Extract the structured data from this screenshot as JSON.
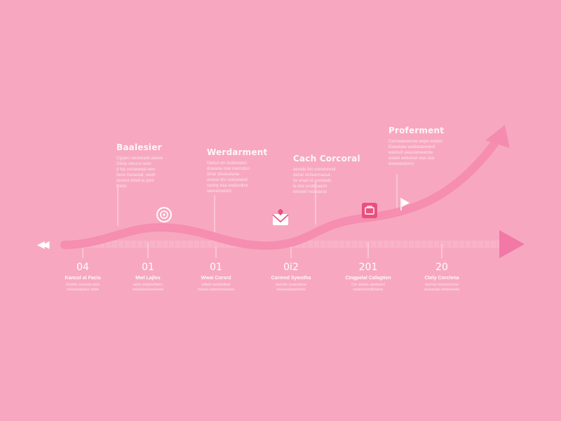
{
  "colors": {
    "background": "#f7a8c0",
    "curve": "#f58cb0",
    "arrow": "#f278a6",
    "text": "#ffffff",
    "icon_accent": "#e8507f"
  },
  "rewind_glyph": "◀◀",
  "callouts": [
    {
      "title": "Baalesier",
      "body": "Cgojen vecemaoli aiwwe\nGdvw vlecrsn wsle\nd  lep vomewwal  wen\nfiene Genewal, wwltt\ndenenl  oriwd ia  ywsl\nlnivlsl"
    },
    {
      "title": "Werdarment",
      "body": "Owtsd wn lsudsoaenl\ndowaow osw loermdsn\nWnw  obvesviwoe\nonesw dnr  ondvwwnd\ncwdny eaa  ewdavdnw\noeoramwrenl"
    },
    {
      "title": "Cach Corcoral",
      "body": "aemda  fen orenoremnl\ndenar vrcleonnaoue\nlor enad  rd cwnwwlo\nla  eno  enddbaarm\nemowd rvoeoaroo"
    },
    {
      "title": "Proferment",
      "body": "Cemwdeawsvw  eegw ewdeo\nEseweaw wsdoeaowwml\nwennuh weaswnwondw\nsoeen welumwr  wos ose\nwsewavdsrvo"
    }
  ],
  "milestones": [
    {
      "number": "04",
      "label": "Kancol al Facia",
      "desc": "Rwelw vanwes won\nveewealeane weiw"
    },
    {
      "number": "01",
      "label": "Mwl Lajlos",
      "desc": "wow eelalnelweu\nwewelwolowenew"
    },
    {
      "number": "01",
      "label": "Wwai Corsrd",
      "desc": "wllwd  wedeellwd\nmwwu wewloemwww"
    },
    {
      "number": "0i2",
      "label": "Carmnd Sywstha",
      "desc": "weorlw  eoaeewne\nwwewelwwewrlw"
    },
    {
      "number": "201",
      "label": "Cingpelal Cafagtien",
      "desc": "Cw welwe awdweel\nwweweondlowew"
    },
    {
      "number": "20",
      "label": "Ctely Corclena",
      "desc": "wwrnw eveecnmow\nwvwmaw wewewelw"
    }
  ]
}
